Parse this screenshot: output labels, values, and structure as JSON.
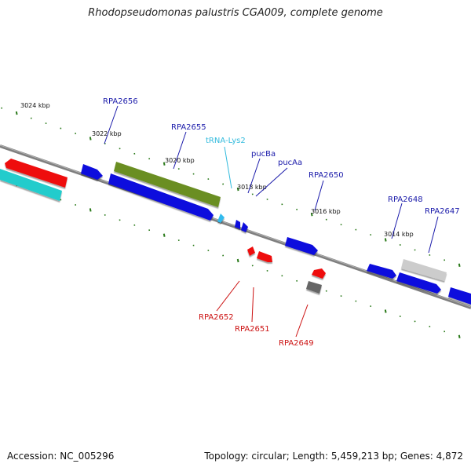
{
  "title": "Rhodopseudomonas palustris CGA009, complete genome",
  "footer": {
    "accession": "Accession: NC_005296",
    "summary": "Topology: circular; Length: 5,459,213 bp; Genes: 4,872"
  },
  "colors": {
    "backbone": "#888888",
    "tick": "#2a7a1a",
    "label_blue": "#1a1aaa",
    "label_cyan": "#33bbdd",
    "label_red": "#cc1111"
  },
  "scale_ticks": [
    {
      "label": "3024 kbp",
      "kbp": 3024
    },
    {
      "label": "3022 kbp",
      "kbp": 3022
    },
    {
      "label": "3020 kbp",
      "kbp": 3020
    },
    {
      "label": "3018 kbp",
      "kbp": 3018
    },
    {
      "label": "3016 kbp",
      "kbp": 3016
    },
    {
      "label": "3014 kbp",
      "kbp": 3014
    }
  ],
  "features": [
    {
      "id": "f-red-left",
      "color": "#ee1111"
    },
    {
      "id": "f-cyan-left",
      "color": "#22cccc"
    },
    {
      "id": "f-rpa2656",
      "color": "#1111dd"
    },
    {
      "id": "f-rpa2655",
      "color": "#6b8e23"
    },
    {
      "id": "f-blue-long",
      "color": "#1111dd"
    },
    {
      "id": "f-trna",
      "color": "#33bbee"
    },
    {
      "id": "f-pucba",
      "color": "#1111dd"
    },
    {
      "id": "f-pucaa",
      "color": "#1111dd"
    },
    {
      "id": "f-rpa2652",
      "color": "#ee1111"
    },
    {
      "id": "f-rpa2651",
      "color": "#ee1111"
    },
    {
      "id": "f-rpa2650",
      "color": "#1111dd"
    },
    {
      "id": "f-red-small",
      "color": "#ee1111"
    },
    {
      "id": "f-rpa2649",
      "color": "#666666"
    },
    {
      "id": "f-rpa2648",
      "color": "#1111dd"
    },
    {
      "id": "f-rpa2647",
      "color": "#cccccc"
    },
    {
      "id": "f-blue-right1",
      "color": "#1111dd"
    },
    {
      "id": "f-blue-right2",
      "color": "#1111dd"
    }
  ],
  "labels": {
    "rpa2656": "RPA2656",
    "rpa2655": "RPA2655",
    "trna": "tRNA-Lys2",
    "pucba": "pucBa",
    "pucaa": "pucAa",
    "rpa2650": "RPA2650",
    "rpa2648": "RPA2648",
    "rpa2647": "RPA2647",
    "rpa2652": "RPA2652",
    "rpa2651": "RPA2651",
    "rpa2649": "RPA2649"
  }
}
